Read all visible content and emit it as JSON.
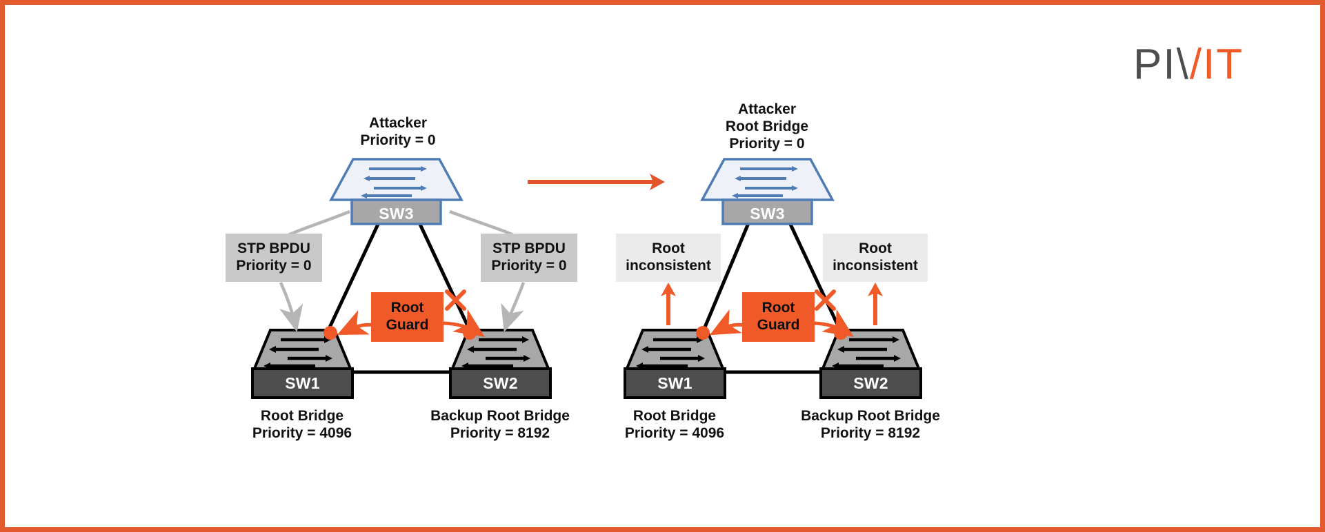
{
  "frame": {
    "border_color": "#e25b2c",
    "background": "#ffffff"
  },
  "brand": {
    "logo_part_1": "PI",
    "logo_part_2_left": "\\",
    "logo_part_2_right": "/",
    "logo_part_3": "IT",
    "logo_text": "PIVIT",
    "gray": "#4e4e4e",
    "orange": "#ef5a28"
  },
  "colors": {
    "accent_orange": "#ef5a28",
    "switch_body_dark": "#4d4d4d",
    "switch_body_mid": "#999999",
    "switch_top_gray": "#a8a8a8",
    "switch_top_blue_fill": "#eef2f8",
    "switch_blue_stroke": "#4f7cb5",
    "label_box_gray": "#c9c9c9",
    "label_box_light_gray": "#ebebeb",
    "link_black": "#000000",
    "curve_gray": "#b5b5b5"
  },
  "left_diagram": {
    "name": "before-root-guard",
    "attacker": {
      "caption": "Attacker\nPriority = 0",
      "switch_label": "SW3"
    },
    "bpdu_left": {
      "text": "STP BPDU\nPriority = 0"
    },
    "bpdu_right": {
      "text": "STP BPDU\nPriority = 0"
    },
    "root_guard": {
      "text": "Root\nGuard"
    },
    "sw1": {
      "switch_label": "SW1",
      "caption": "Root Bridge\nPriority = 4096"
    },
    "sw2": {
      "switch_label": "SW2",
      "caption": "Backup Root Bridge\nPriority = 8192"
    },
    "blocked_marker": "X"
  },
  "transition": {
    "name": "progress-arrow",
    "direction": "right"
  },
  "right_diagram": {
    "name": "after-root-guard",
    "attacker": {
      "caption": "Attacker\nRoot Bridge\nPriority = 0",
      "switch_label": "SW3"
    },
    "status_left": {
      "text": "Root\ninconsistent"
    },
    "status_right": {
      "text": "Root\ninconsistent"
    },
    "root_guard": {
      "text": "Root\nGuard"
    },
    "sw1": {
      "switch_label": "SW1",
      "caption": "Root Bridge\nPriority = 4096"
    },
    "sw2": {
      "switch_label": "SW2",
      "caption": "Backup Root Bridge\nPriority = 8192"
    },
    "blocked_marker": "X"
  }
}
